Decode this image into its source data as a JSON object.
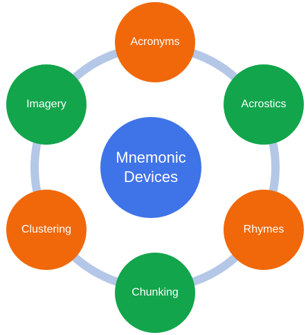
{
  "colors": {
    "ring": "#b4c7e7",
    "center": "#3f73e8",
    "orange": "#f0680a",
    "green": "#12a54c"
  },
  "diagram": {
    "center_label": "Mnemonic\nDevices",
    "nodes": [
      {
        "label": "Acronyms",
        "color": "orange"
      },
      {
        "label": "Acrostics",
        "color": "green"
      },
      {
        "label": "Rhymes",
        "color": "orange"
      },
      {
        "label": "Chunking",
        "color": "green"
      },
      {
        "label": "Clustering",
        "color": "orange"
      },
      {
        "label": "Imagery",
        "color": "green"
      }
    ]
  }
}
